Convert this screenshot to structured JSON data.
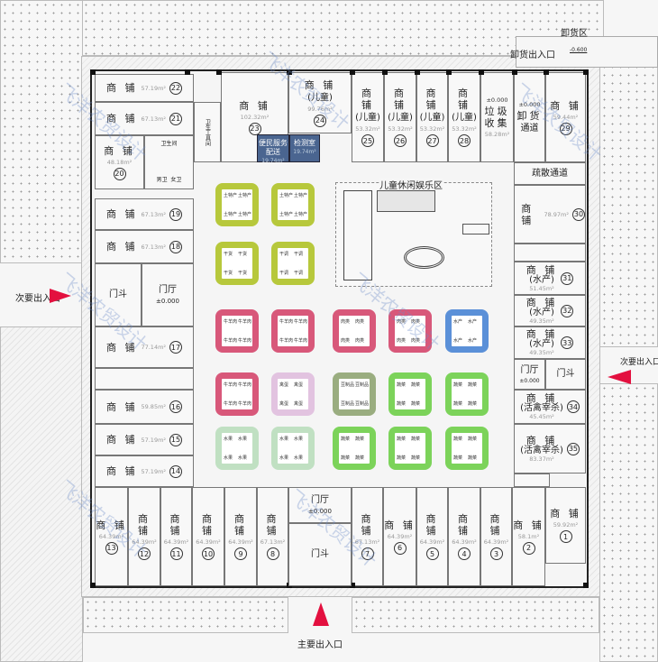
{
  "watermark": "飞洋农贸设计",
  "labels": {
    "unload_zone": "卸货区",
    "unload_entry": "卸货出入口",
    "unload_level": "-0.600",
    "secondary_entry_left": "次要出入口",
    "secondary_entry_right": "次要出入口",
    "main_entry": "主要出入口",
    "evac": "疏散通道",
    "kids_area": "儿童休闲娱乐区",
    "vest": "门斗",
    "hall": "门厅",
    "level": "±0.000",
    "toilet": "卫生间",
    "male": "男卫",
    "female": "女卫",
    "tools": "卫生工具间",
    "svc1": "便民服务配送",
    "svc1_area": "19.74m²",
    "svc2": "检测室",
    "svc2_area": "19.74m²"
  },
  "shops": [
    {
      "id": "22",
      "label": "商 铺",
      "area": "57.19m²"
    },
    {
      "id": "21",
      "label": "商 铺",
      "area": "67.13m²"
    },
    {
      "id": "20",
      "label": "商 铺",
      "area": "48.18m²"
    },
    {
      "id": "23",
      "label": "商 铺",
      "area": "102.32m²"
    },
    {
      "id": "24",
      "label": "商 铺",
      "sub": "(儿童)",
      "area": "99.76m²"
    },
    {
      "id": "25",
      "label": "商 铺",
      "sub": "(儿童)",
      "area": "53.32m²"
    },
    {
      "id": "26",
      "label": "商 铺",
      "sub": "(儿童)",
      "area": "53.32m²"
    },
    {
      "id": "27",
      "label": "商 铺",
      "sub": "(儿童)",
      "area": "53.32m²"
    },
    {
      "id": "28",
      "label": "商 铺",
      "sub": "(儿童)",
      "area": "53.32m²"
    },
    {
      "id": "garbage",
      "label": "垃圾收集",
      "area": "58.28m²",
      "level": "±0.000"
    },
    {
      "id": "unload",
      "label": "卸货",
      "sub": "通道",
      "level": "±0.000"
    },
    {
      "id": "29",
      "label": "商 铺",
      "area": "59.44m²"
    },
    {
      "id": "30",
      "label": "商 铺",
      "area": "78.97m²"
    },
    {
      "id": "31",
      "label": "商 铺",
      "sub": "(水产)",
      "area": "51.45m²"
    },
    {
      "id": "32",
      "label": "商 铺",
      "sub": "(水产)",
      "area": "49.35m²"
    },
    {
      "id": "33",
      "label": "商 铺",
      "sub": "(水产)",
      "area": "49.35m²"
    },
    {
      "id": "34",
      "label": "商 铺",
      "sub": "(活禽宰杀)",
      "area": "45.45m²"
    },
    {
      "id": "35",
      "label": "商 铺",
      "sub": "(活禽宰杀)",
      "area": "83.37m²"
    },
    {
      "id": "19",
      "label": "商 铺",
      "area": "67.13m²"
    },
    {
      "id": "18",
      "label": "商 铺",
      "area": "67.13m²"
    },
    {
      "id": "17",
      "label": "商 铺",
      "area": "77.14m²"
    },
    {
      "id": "16",
      "label": "商 铺",
      "area": "59.85m²"
    },
    {
      "id": "15",
      "label": "商 铺",
      "area": "57.19m²"
    },
    {
      "id": "14",
      "label": "商 铺",
      "area": "57.19m²"
    },
    {
      "id": "13",
      "label": "商 铺",
      "area": "64.39m²"
    },
    {
      "id": "12",
      "label": "商 铺",
      "area": "64.39m²"
    },
    {
      "id": "11",
      "label": "商 铺",
      "area": "64.39m²"
    },
    {
      "id": "10",
      "label": "商 铺",
      "area": "64.39m²"
    },
    {
      "id": "9",
      "label": "商 铺",
      "area": "64.39m²"
    },
    {
      "id": "8",
      "label": "商 铺",
      "area": "67.13m²"
    },
    {
      "id": "7",
      "label": "商 铺",
      "area": "67.13m²"
    },
    {
      "id": "6",
      "label": "商 铺",
      "area": "64.39m²"
    },
    {
      "id": "5",
      "label": "商 铺",
      "area": "64.39m²"
    },
    {
      "id": "4",
      "label": "商 铺",
      "area": "64.39m²"
    },
    {
      "id": "3",
      "label": "商 铺",
      "area": "64.39m²"
    },
    {
      "id": "2",
      "label": "商 铺",
      "area": "58.1m²"
    },
    {
      "id": "1",
      "label": "商 铺",
      "area": "59.92m²"
    }
  ],
  "stall_colors": {
    "土特产": "#b7c83c",
    "干货": "#b7c83c",
    "牛羊肉": "#d8587a",
    "肉类": "#d8587a",
    "水产": "#5b90d8",
    "禽蛋": "#e2c3e0",
    "豆制品": "#9aad80",
    "蔬菜": "#7cd35a",
    "水果": "#c0e0c2"
  },
  "stalls": [
    [
      "土特产",
      "土特产",
      null,
      null,
      null
    ],
    [
      "干货",
      "干调",
      null,
      null,
      null
    ],
    [
      "牛羊肉",
      "牛羊肉",
      "肉类",
      "肉类",
      "水产"
    ],
    [
      "牛羊肉",
      "禽蛋",
      "豆制品",
      "蔬菜",
      "蔬菜"
    ],
    [
      "水果",
      "水果",
      "蔬菜",
      "蔬菜",
      "蔬菜"
    ]
  ]
}
